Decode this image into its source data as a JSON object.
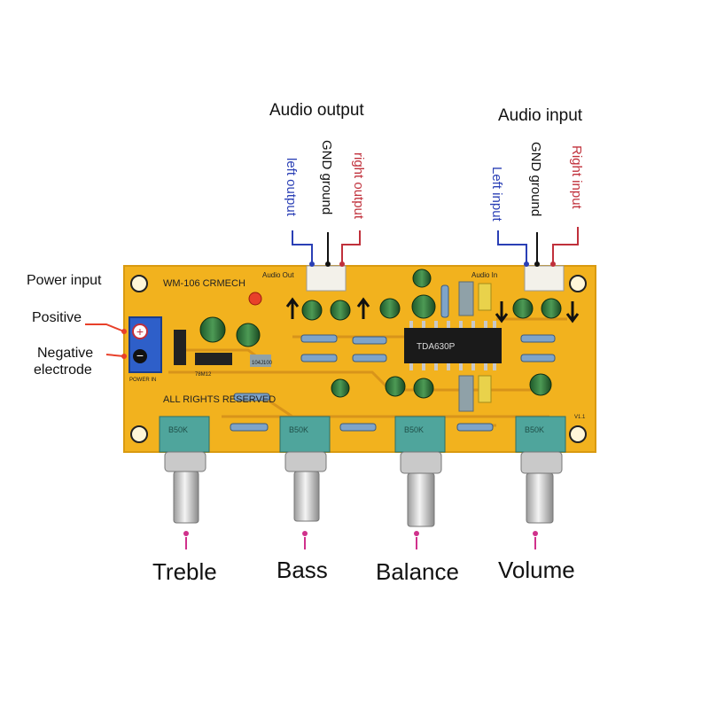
{
  "labels": {
    "audio_output": "Audio output",
    "audio_input": "Audio input",
    "left_output": "left output",
    "gnd_ground_out": "GND ground",
    "right_output": "right output",
    "left_input": "Left input",
    "gnd_ground_in": "GND ground",
    "right_input": "Right input",
    "power_input": "Power input",
    "positive": "Positive",
    "negative_line1": "Negative",
    "negative_line2": "electrode",
    "treble": "Treble",
    "bass": "Bass",
    "balance": "Balance",
    "volume": "Volume"
  },
  "board": {
    "model": "WM-106 CRMECH",
    "audio_out": "Audio Out",
    "audio_in": "Audio In",
    "rights": "ALL RIGHTS RESERVED",
    "chip": "TDA630P",
    "power_in": "POWER IN",
    "pot_code": "B50K",
    "cap_code": "104J100",
    "regulator": "78M12",
    "version": "V1.1"
  },
  "colors": {
    "pcb": "#f2b21e",
    "connector": "#2e5fc9",
    "pot": "#4fa59c",
    "label_blue": "#2a3fb5",
    "label_red": "#c0303b",
    "knob_marker": "#d0318c"
  }
}
